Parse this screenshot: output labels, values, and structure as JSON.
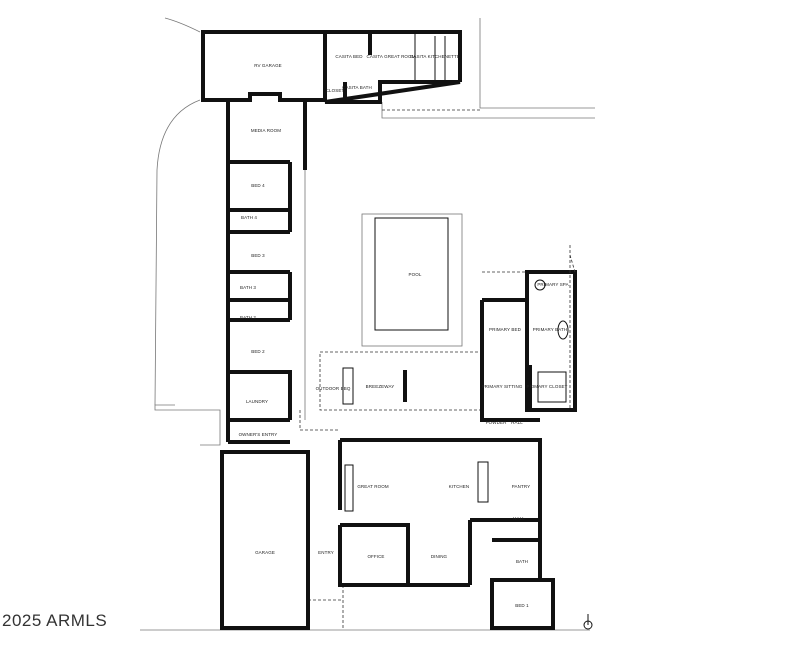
{
  "watermark": "2025 ARMLS",
  "rooms": [
    {
      "id": "rv-garage",
      "label": "RV GARAGE"
    },
    {
      "id": "casita-bed",
      "label": "CASITA BED"
    },
    {
      "id": "casita-great-room",
      "label": "CASITA GREAT ROOM"
    },
    {
      "id": "casita-kitchenette",
      "label": "CASITA KITCHENETTE"
    },
    {
      "id": "closet",
      "label": "CLOSET"
    },
    {
      "id": "casita-bath",
      "label": "CASITA BATH"
    },
    {
      "id": "media-room",
      "label": "MEDIA ROOM"
    },
    {
      "id": "bed-4",
      "label": "BED 4"
    },
    {
      "id": "bath-4",
      "label": "BATH 4"
    },
    {
      "id": "bed-3",
      "label": "BED 3"
    },
    {
      "id": "bath-3",
      "label": "BATH 3"
    },
    {
      "id": "bath-2",
      "label": "BATH 2"
    },
    {
      "id": "bed-2",
      "label": "BED 2"
    },
    {
      "id": "laundry",
      "label": "LAUNDRY"
    },
    {
      "id": "owners-entry",
      "label": "OWNER'S ENTRY"
    },
    {
      "id": "garage",
      "label": "GARAGE"
    },
    {
      "id": "pool",
      "label": "POOL"
    },
    {
      "id": "outdoor-bbq",
      "label": "OUTDOOR BBQ"
    },
    {
      "id": "breezeway",
      "label": "BREEZEWAY"
    },
    {
      "id": "primary-spa",
      "label": "PRIMARY SPA"
    },
    {
      "id": "primary-bed",
      "label": "PRIMARY BED"
    },
    {
      "id": "primary-bath",
      "label": "PRIMARY BATH"
    },
    {
      "id": "primary-sitting",
      "label": "PRIMARY SITTING"
    },
    {
      "id": "primary-closet",
      "label": "PRIMARY CLOSET"
    },
    {
      "id": "powder",
      "label": "POWDER"
    },
    {
      "id": "hall-primary",
      "label": "HALL"
    },
    {
      "id": "great-room",
      "label": "GREAT ROOM"
    },
    {
      "id": "kitchen",
      "label": "KITCHEN"
    },
    {
      "id": "pantry",
      "label": "PANTRY"
    },
    {
      "id": "hall-kitchen",
      "label": "HALL"
    },
    {
      "id": "entry",
      "label": "ENTRY"
    },
    {
      "id": "office",
      "label": "OFFICE"
    },
    {
      "id": "dining",
      "label": "DINING"
    },
    {
      "id": "bath",
      "label": "BATH"
    },
    {
      "id": "bed-1",
      "label": "BED 1"
    }
  ]
}
